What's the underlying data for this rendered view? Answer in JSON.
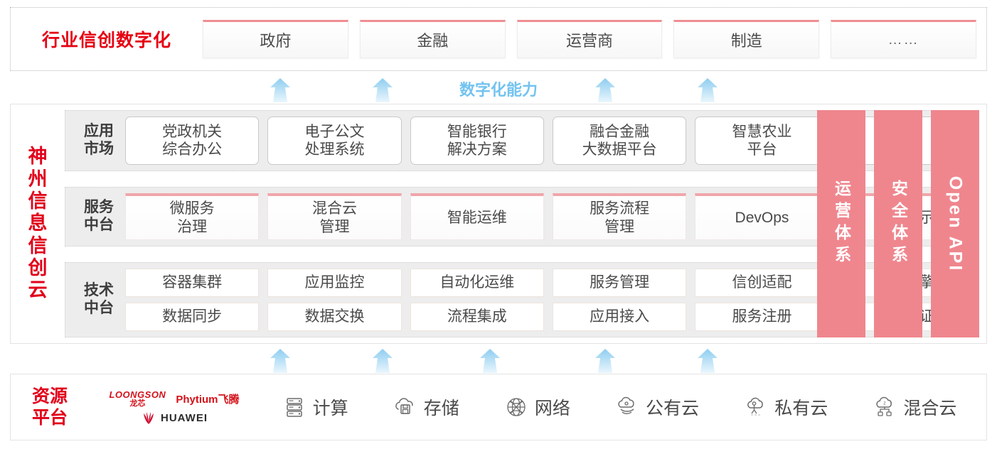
{
  "industry": {
    "title": "行业信创数字化",
    "boxes": [
      {
        "label": "政府"
      },
      {
        "label": "金融"
      },
      {
        "label": "运营商"
      },
      {
        "label": "制造"
      },
      {
        "label": "……"
      }
    ]
  },
  "capability_label": "数字化能力",
  "cloud": {
    "title_chars": [
      "神",
      "州",
      "信",
      "息",
      "信",
      "创",
      "云"
    ],
    "tiers": [
      {
        "name": "应用市场",
        "label_lines": [
          "应用",
          "市场"
        ],
        "style": "app",
        "items": [
          "党政机关\n综合办公",
          "电子公文\n处理系统",
          "智能银行\n解决方案",
          "融合金融\n大数据平台",
          "智慧农业\n平台",
          "……"
        ]
      },
      {
        "name": "服务中台",
        "label_lines": [
          "服务",
          "中台"
        ],
        "style": "service",
        "items": [
          "微服务\n治理",
          "混合云\n管理",
          "智能运维",
          "服务流程\n管理",
          "DevOps",
          "大屏展示"
        ]
      },
      {
        "name": "技术中台",
        "label_lines": [
          "技术",
          "中台"
        ],
        "style": "tech",
        "rows": [
          [
            "容器集群",
            "应用监控",
            "自动化运维",
            "服务管理",
            "信创适配",
            "流程引擎"
          ],
          [
            "数据同步",
            "数据交换",
            "流程集成",
            "应用接入",
            "服务注册",
            "统一认证"
          ]
        ]
      }
    ],
    "pillars": [
      {
        "text": "运营体系",
        "lang": "cn"
      },
      {
        "text": "安全体系",
        "lang": "cn"
      },
      {
        "text": "Open API",
        "lang": "en"
      }
    ]
  },
  "resource": {
    "title_lines": [
      "资源",
      "平台"
    ],
    "vendors": [
      {
        "name": "loongson",
        "en": "LOONGSON",
        "cn": "龙芯"
      },
      {
        "name": "phytium",
        "en": "Phytium飞腾"
      },
      {
        "name": "huawei",
        "en": "HUAWEI"
      }
    ],
    "items": [
      {
        "icon": "server-icon",
        "label": "计算"
      },
      {
        "icon": "cloud-storage-icon",
        "label": "存储"
      },
      {
        "icon": "network-icon",
        "label": "网络"
      },
      {
        "icon": "public-cloud-icon",
        "label": "公有云"
      },
      {
        "icon": "private-cloud-icon",
        "label": "私有云"
      },
      {
        "icon": "hybrid-cloud-icon",
        "label": "混合云"
      }
    ]
  },
  "colors": {
    "brand_red": "#e2001a",
    "pillar_pink": "#ef868e",
    "accent_blue": "#73c3f0",
    "box_top_pink": "#ef8e93"
  },
  "arrows": {
    "top_count": 4,
    "bottom_count": 5
  }
}
